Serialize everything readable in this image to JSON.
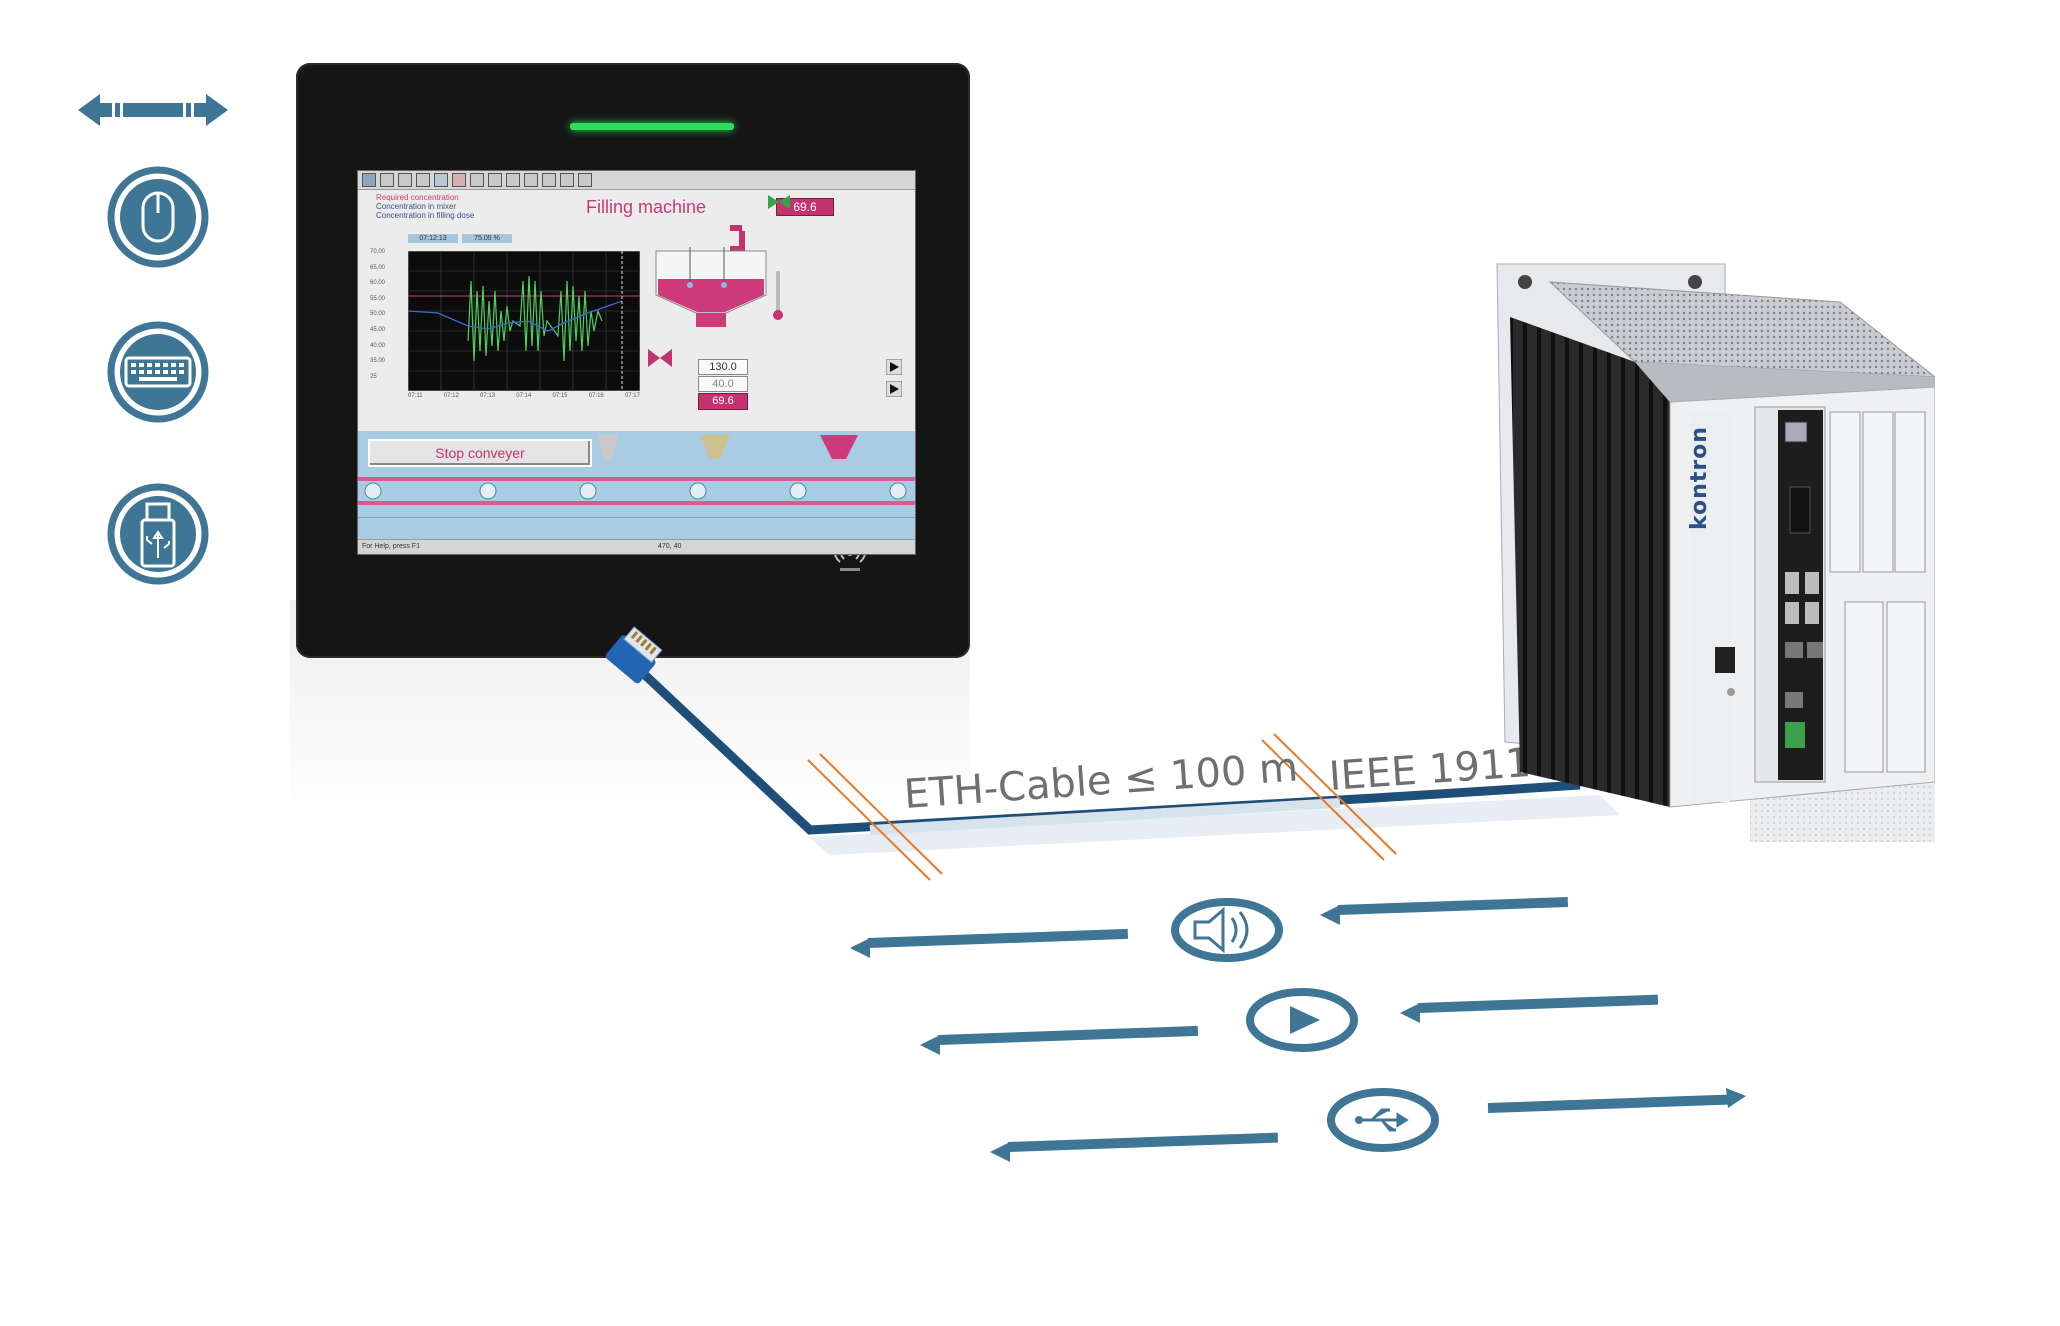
{
  "screen": {
    "legend": [
      "Required concentration",
      "Concentration in mixer",
      "Concentration in filling dose"
    ],
    "title": "Filling machine",
    "value_top": "69.6",
    "value_1": "130.0",
    "value_2": "40.0",
    "value_3": "69.6",
    "mini_1": "07:12:13",
    "mini_2": "75.05 %",
    "y_ticks": [
      "70.00",
      "65.00",
      "60.00",
      "55.00",
      "50.00",
      "45.00",
      "40.00",
      "35.00",
      "25"
    ],
    "x_ticks": [
      "07:11",
      "07:12",
      "07:13",
      "07:14",
      "07:15",
      "07:16",
      "07:17"
    ],
    "stop_button": "Stop conveyer",
    "status_left": "For Help, press F1",
    "status_right": "470, 40"
  },
  "device": {
    "brand": "kontron"
  },
  "cable": {
    "label_eth": "ETH-Cable ≤ 100 m",
    "label_ieee": "IEEE 1911"
  },
  "colors": {
    "accent": "#3f7595",
    "cable": "#1e4f79",
    "magenta": "#cc3a7a",
    "orange": "#e47a2a"
  },
  "icons": [
    "arrows-horizontal-icon",
    "mouse-icon",
    "keyboard-icon",
    "usb-stick-icon",
    "speaker-icon",
    "play-icon",
    "usb-icon"
  ]
}
